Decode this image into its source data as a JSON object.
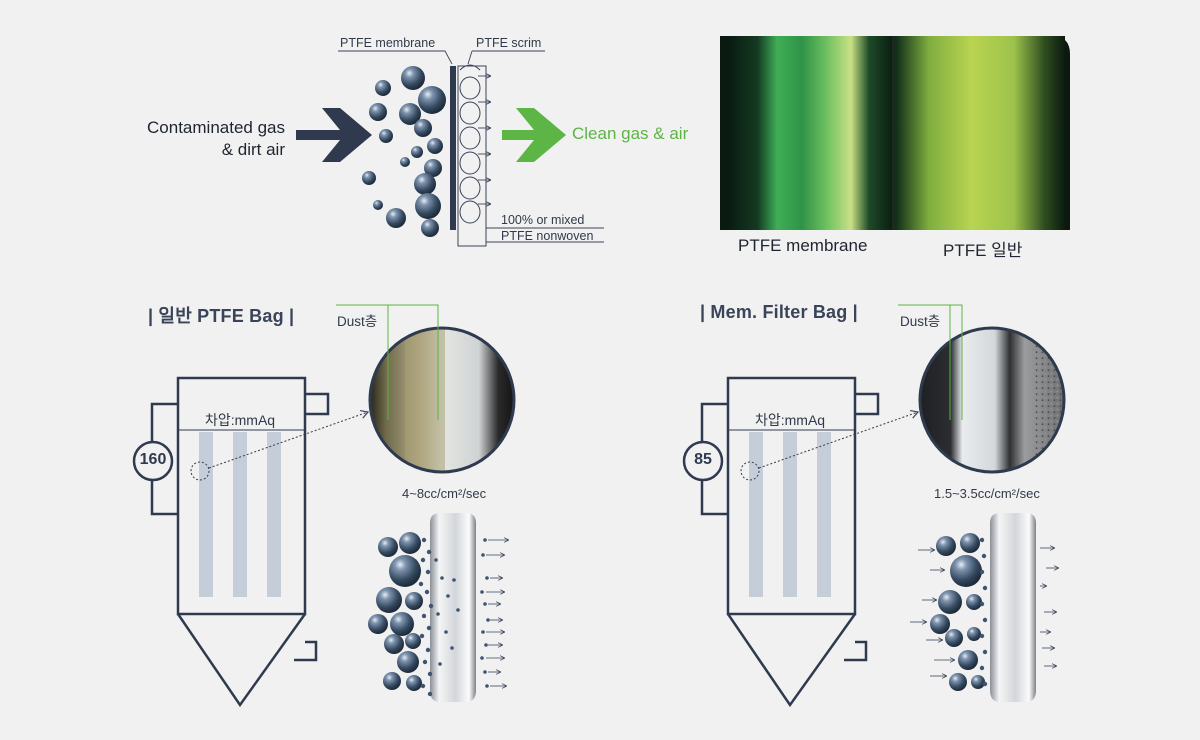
{
  "top": {
    "contaminated_line1": "Contaminated gas",
    "contaminated_line2": "& dirt air",
    "clean_label": "Clean gas & air",
    "membrane_label": "PTFE membrane",
    "scrim_label": "PTFE scrim",
    "nonwoven_line1": "100% or mixed",
    "nonwoven_line2": "PTFE nonwoven",
    "photo_caption_left": "PTFE membrane",
    "photo_caption_right": "PTFE 일반"
  },
  "left_panel": {
    "title": "| 일반 PTFE Bag |",
    "dust_label": "Dust층",
    "pressure_label": "차압:mmAq",
    "pressure_value": "160",
    "flow_rate": "4~8cc/cm²/sec"
  },
  "right_panel": {
    "title": "| Mem. Filter Bag |",
    "dust_label": "Dust층",
    "pressure_label": "차압:mmAq",
    "pressure_value": "85",
    "flow_rate": "1.5~3.5cc/cm²/sec"
  },
  "colors": {
    "navy": "#2f3a4f",
    "green": "#5cb545",
    "bag": "#c5ced8",
    "sphere": "#3d5573"
  }
}
